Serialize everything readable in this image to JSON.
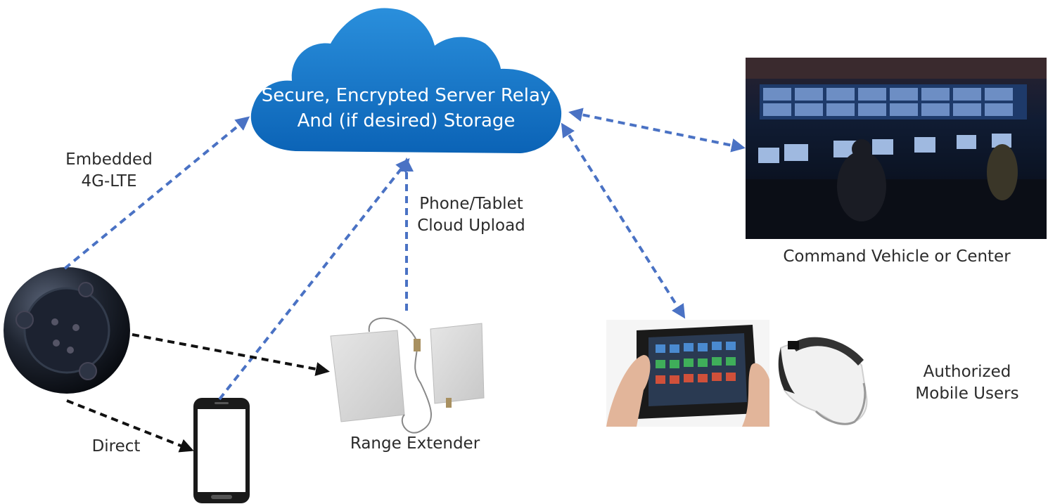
{
  "cloud": {
    "line1": "Secure, Encrypted Server Relay",
    "line2": "And (if desired) Storage"
  },
  "labels": {
    "embedded_line1": "Embedded",
    "embedded_line2": "4G-LTE",
    "phone_upload_line1": "Phone/Tablet",
    "phone_upload_line2": "Cloud Upload",
    "direct": "Direct",
    "range_extender": "Range Extender",
    "command_center": "Command Vehicle or Center",
    "mobile_users_line1": "Authorized",
    "mobile_users_line2": "Mobile Users"
  },
  "colors": {
    "cloud_top": "#2a8fdc",
    "cloud_bottom": "#0b63b6",
    "uplink_arrow": "#4a72c4",
    "local_arrow": "#111111"
  }
}
